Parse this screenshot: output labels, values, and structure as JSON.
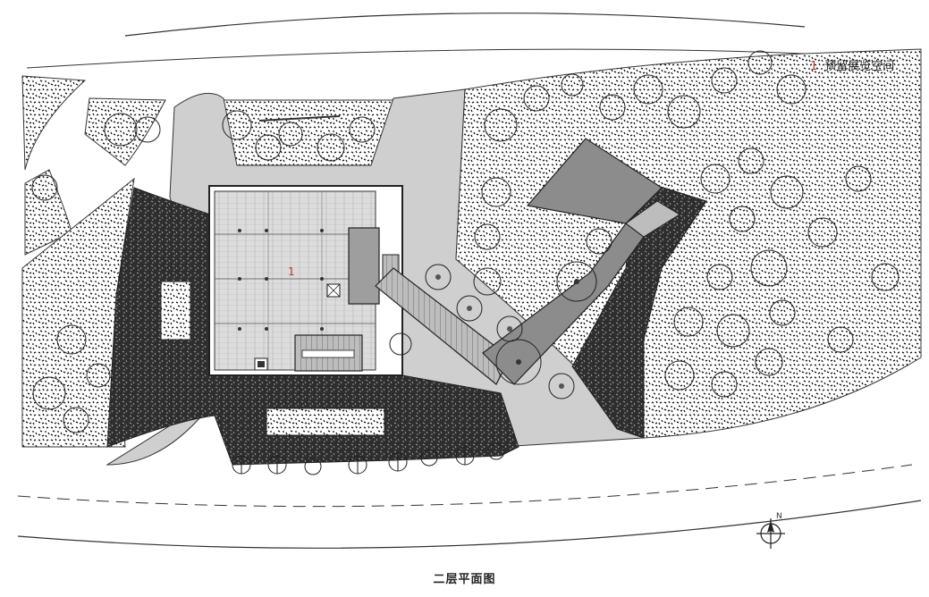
{
  "legend": {
    "items": [
      {
        "number": "1",
        "label": "预留展览空间"
      }
    ]
  },
  "plan": {
    "room_tag": "1",
    "caption": "二层平面图",
    "north_label": "N"
  },
  "colors": {
    "accent_red": "#c0392b",
    "building_fill": "#d9d9d9",
    "plaza_fill": "#cfcfcf",
    "bridge_fill": "#8c8c8c",
    "dense_planting": "#3a3a3a"
  },
  "icons": [
    "north-arrow-icon",
    "tree-icon",
    "column-icon"
  ]
}
